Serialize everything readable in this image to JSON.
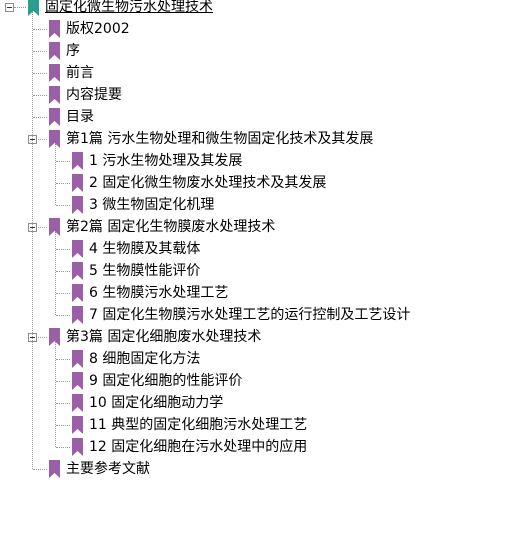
{
  "tree": {
    "colors": {
      "root_bookmark": "#2a9d8f",
      "child_bookmark": "#9b5fa8",
      "connector": "#9a9a9a"
    },
    "icon": "bookmark-icon",
    "toggle_icon": "collapse-minus-icon",
    "root": {
      "label": "固定化微生物污水处理技术",
      "expanded": true
    },
    "items": [
      {
        "label": "版权2002",
        "level": 1
      },
      {
        "label": "序",
        "level": 1
      },
      {
        "label": "前言",
        "level": 1
      },
      {
        "label": "内容提要",
        "level": 1
      },
      {
        "label": "目录",
        "level": 1
      },
      {
        "label": "第1篇  污水生物处理和微生物固定化技术及其发展",
        "level": 1,
        "expanded": true
      },
      {
        "label": "1  污水生物处理及其发展",
        "level": 2
      },
      {
        "label": "2  固定化微生物废水处理技术及其发展",
        "level": 2
      },
      {
        "label": "3  微生物固定化机理",
        "level": 2
      },
      {
        "label": "第2篇  固定化生物膜废水处理技术",
        "level": 1,
        "expanded": true
      },
      {
        "label": "4  生物膜及其载体",
        "level": 2
      },
      {
        "label": "5  生物膜性能评价",
        "level": 2
      },
      {
        "label": "6  生物膜污水处理工艺",
        "level": 2
      },
      {
        "label": "7  固定化生物膜污水处理工艺的运行控制及工艺设计",
        "level": 2
      },
      {
        "label": "第3篇  固定化细胞废水处理技术",
        "level": 1,
        "expanded": true
      },
      {
        "label": "8  细胞固定化方法",
        "level": 2
      },
      {
        "label": "9  固定化细胞的性能评价",
        "level": 2
      },
      {
        "label": "10  固定化细胞动力学",
        "level": 2
      },
      {
        "label": "11  典型的固定化细胞污水处理工艺",
        "level": 2
      },
      {
        "label": "12  固定化细胞在污水处理中的应用",
        "level": 2
      },
      {
        "label": "主要参考文献",
        "level": 1
      }
    ]
  }
}
